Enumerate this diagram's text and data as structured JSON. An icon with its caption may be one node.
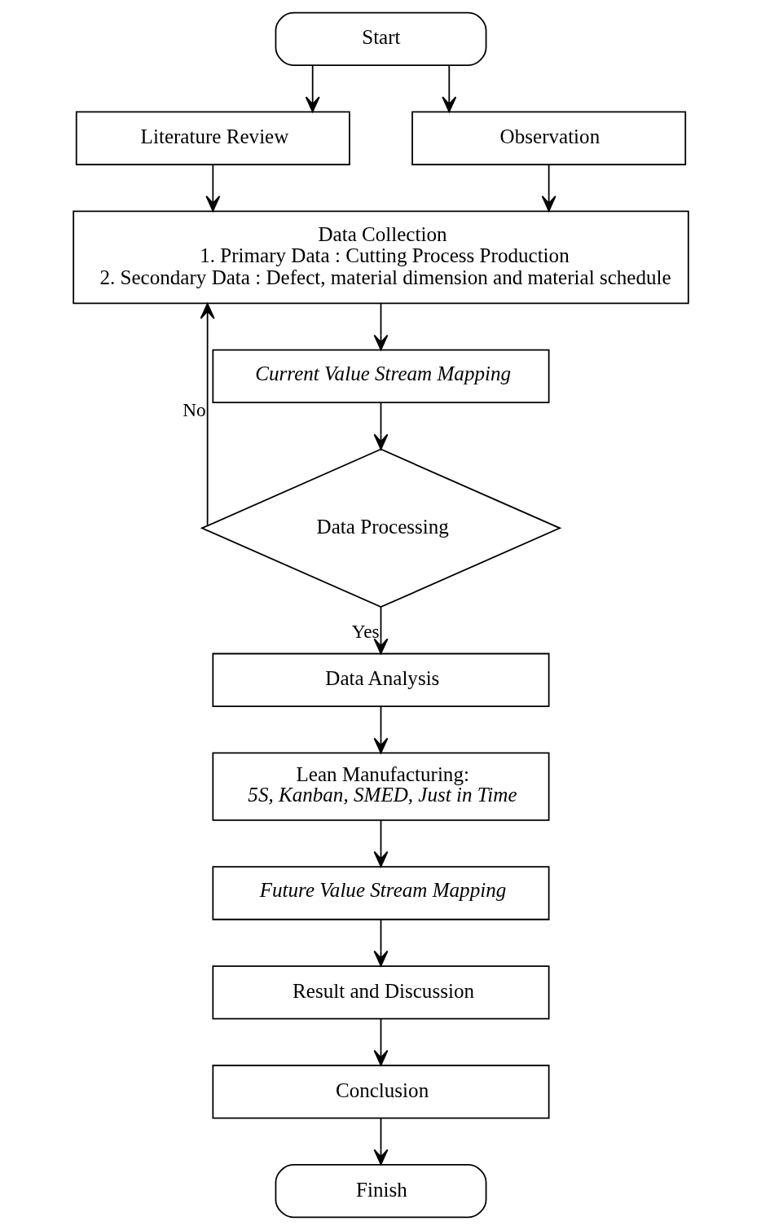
{
  "diagram": {
    "nodes": [
      {
        "text": [
          "Start"
        ]
      },
      {
        "text": [
          "Literature Review"
        ]
      },
      {
        "text": [
          "Observation"
        ]
      },
      {
        "text": [
          "Data Collection",
          "1. Primary Data : Cutting Process Production",
          "2. Secondary Data : Defect, material dimension and material schedule"
        ]
      },
      {
        "text": [
          "Current Value Stream Mapping"
        ]
      },
      {
        "text": [
          "Data Processing"
        ]
      },
      {
        "text": [
          "Data Analysis"
        ]
      },
      {
        "text": [
          "Lean Manufacturing:",
          "5S, Kanban, SMED, Just in Time"
        ]
      },
      {
        "text": [
          "Future Value Stream Mapping"
        ]
      },
      {
        "text": [
          "Result and Discussion"
        ]
      },
      {
        "text": [
          "Conclusion"
        ]
      },
      {
        "text": [
          "Finish"
        ]
      }
    ],
    "edges": [
      {
        "from": 0,
        "to": 1,
        "arrow": "to"
      },
      {
        "from": 0,
        "to": 2,
        "arrow": "to"
      },
      {
        "from": 1,
        "to": 3,
        "arrow": "to"
      },
      {
        "from": 2,
        "to": 3,
        "arrow": "to"
      },
      {
        "from": 3,
        "to": 4,
        "arrow": "to"
      },
      {
        "from": 4,
        "to": 5,
        "arrow": "to"
      },
      {
        "from": 5,
        "to": 3,
        "arrow": "to",
        "label": "No"
      },
      {
        "from": 5,
        "to": 6,
        "arrow": "to",
        "label": "Yes"
      },
      {
        "from": 6,
        "to": 7,
        "arrow": "to"
      },
      {
        "from": 7,
        "to": 8,
        "arrow": "to"
      },
      {
        "from": 8,
        "to": 9,
        "arrow": "to"
      },
      {
        "from": 9,
        "to": 10,
        "arrow": "to"
      },
      {
        "from": 10,
        "to": 11,
        "arrow": "to"
      }
    ]
  }
}
